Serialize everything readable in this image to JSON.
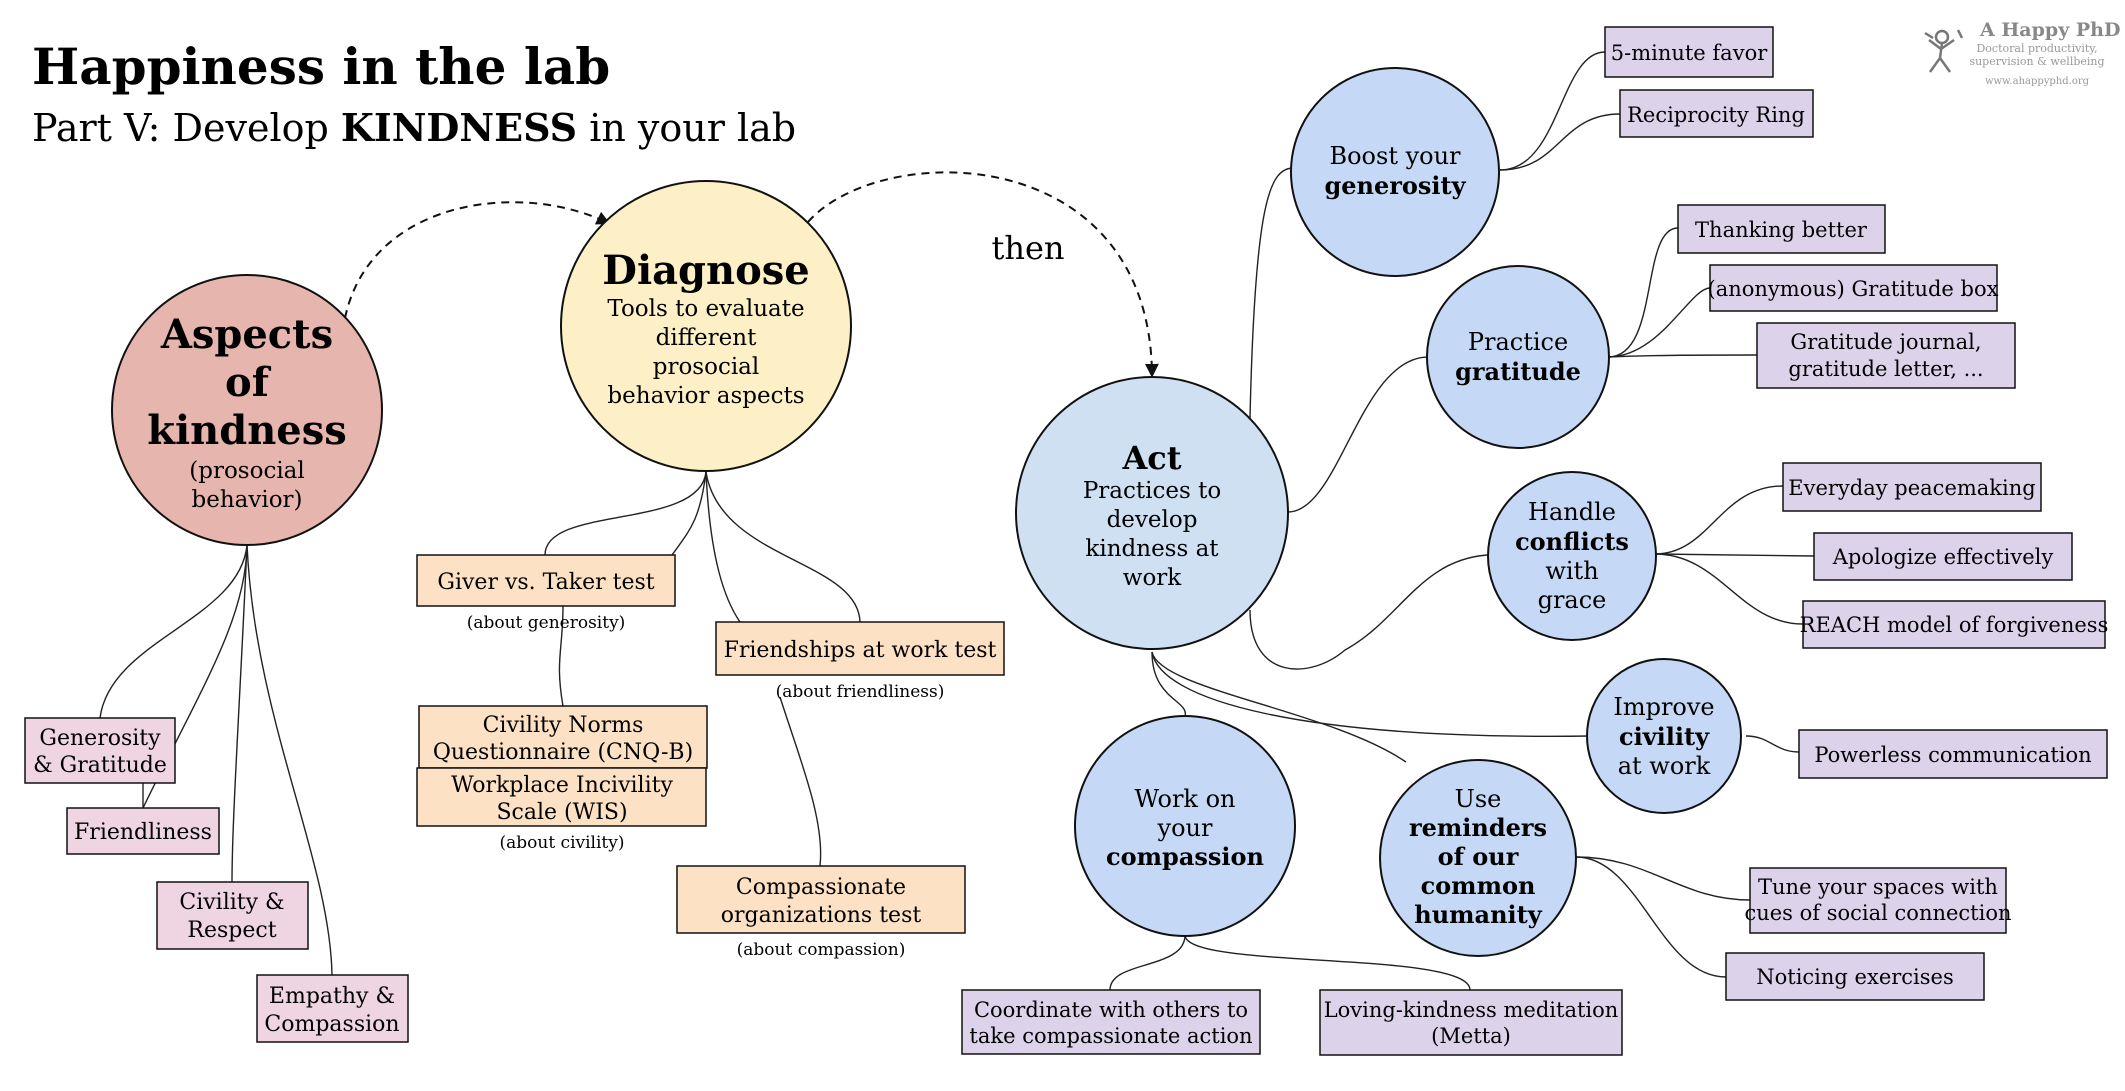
{
  "header": {
    "title": "Happiness in the lab",
    "subtitle_prefix": "Part V: Develop ",
    "subtitle_bold": "KINDNESS",
    "subtitle_suffix": " in your lab"
  },
  "logo": {
    "name": "A Happy PhD",
    "tagline_1": "Doctoral productivity,",
    "tagline_2": "supervision & wellbeing",
    "url": "www.ahappyphd.org"
  },
  "then_label": "then",
  "colors": {
    "aspects_fill": "#e6b5ad",
    "diagnose_fill": "#fdf0c6",
    "act_fill": "#cfe0f3",
    "practice_fill": "#c5d8f6",
    "aspect_box": "#eed5e1",
    "diagnose_box": "#fde1c4",
    "practice_box": "#dcd3eb"
  },
  "aspects": {
    "line1": "Aspects",
    "line2": "of",
    "line3": "kindness",
    "sub1": "(prosocial",
    "sub2": "behavior)",
    "items": [
      {
        "l1": "Generosity",
        "l2": "& Gratitude"
      },
      {
        "l1": "Friendliness",
        "l2": ""
      },
      {
        "l1": "Civility &",
        "l2": "Respect"
      },
      {
        "l1": "Empathy &",
        "l2": "Compassion"
      }
    ]
  },
  "diagnose": {
    "title": "Diagnose",
    "sub1": "Tools to evaluate",
    "sub2": "different",
    "sub3": "prosocial",
    "sub4": "behavior aspects",
    "tests": {
      "giver": {
        "label": "Giver vs. Taker test",
        "note": "(about generosity)"
      },
      "cnq": {
        "l1": "Civility Norms",
        "l2": "Questionnaire (CNQ-B)"
      },
      "wis": {
        "l1": "Workplace Incivility",
        "l2": "Scale (WIS)",
        "note": "(about civility)"
      },
      "friend": {
        "label": "Friendships at work test",
        "note": "(about friendliness)"
      },
      "compassion": {
        "l1": "Compassionate",
        "l2": "organizations test",
        "note": "(about compassion)"
      }
    }
  },
  "act": {
    "title": "Act",
    "sub1": "Practices to",
    "sub2": "develop",
    "sub3": "kindness at",
    "sub4": "work"
  },
  "practices": {
    "generosity": {
      "l1": "Boost your",
      "l2": "generosity",
      "items": [
        "5-minute favor",
        "Reciprocity Ring"
      ]
    },
    "gratitude": {
      "l1": "Practice",
      "l2": "gratitude",
      "items": [
        "Thanking better",
        "(anonymous) Gratitude box"
      ],
      "multi": {
        "l1": "Gratitude journal,",
        "l2": "gratitude letter, ..."
      }
    },
    "conflicts": {
      "l1": "Handle",
      "l2": "conflicts",
      "l3": "with",
      "l4": "grace",
      "items": [
        "Everyday peacemaking",
        "Apologize effectively",
        "REACH model of forgiveness"
      ]
    },
    "civility": {
      "l1": "Improve",
      "l2": "civility",
      "l3": "at work",
      "items": [
        "Powerless communication"
      ]
    },
    "humanity": {
      "l1": "Use",
      "l2": "reminders",
      "l3": "of our",
      "l4": "common",
      "l5": "humanity",
      "multi": {
        "l1": "Tune your spaces with",
        "l2": "cues of social connection"
      },
      "items": [
        "Noticing exercises"
      ]
    },
    "compassion": {
      "l1": "Work on",
      "l2": "your",
      "l3": "compassion",
      "items": [
        {
          "l1": "Coordinate with others to",
          "l2": "take compassionate action"
        },
        {
          "l1": "Loving-kindness meditation",
          "l2": "(Metta)"
        }
      ]
    }
  }
}
